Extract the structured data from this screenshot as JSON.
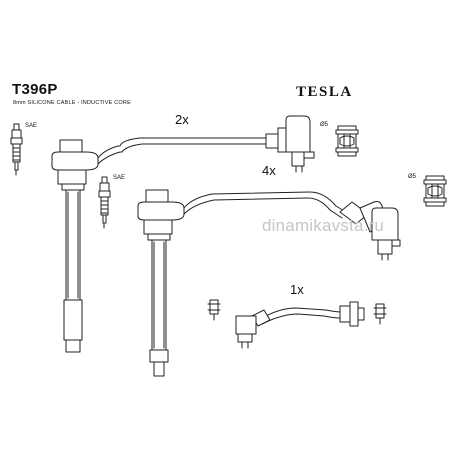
{
  "header": {
    "code": "T396P",
    "subtitle": "8mm SILICONE CABLE - INDUCTIVE CORE",
    "brand": "TESLA"
  },
  "labels": {
    "qty_top": "2x",
    "qty_mid": "4x",
    "qty_bottom": "1x",
    "sae_1": "SAE",
    "sae_2": "SAE",
    "dia_1": "Ø5",
    "dia_2": "Ø5"
  },
  "watermark": "dinamikavsta.ru",
  "colors": {
    "line": "#222222",
    "watermark": "#c6c6c6",
    "background": "#ffffff"
  }
}
